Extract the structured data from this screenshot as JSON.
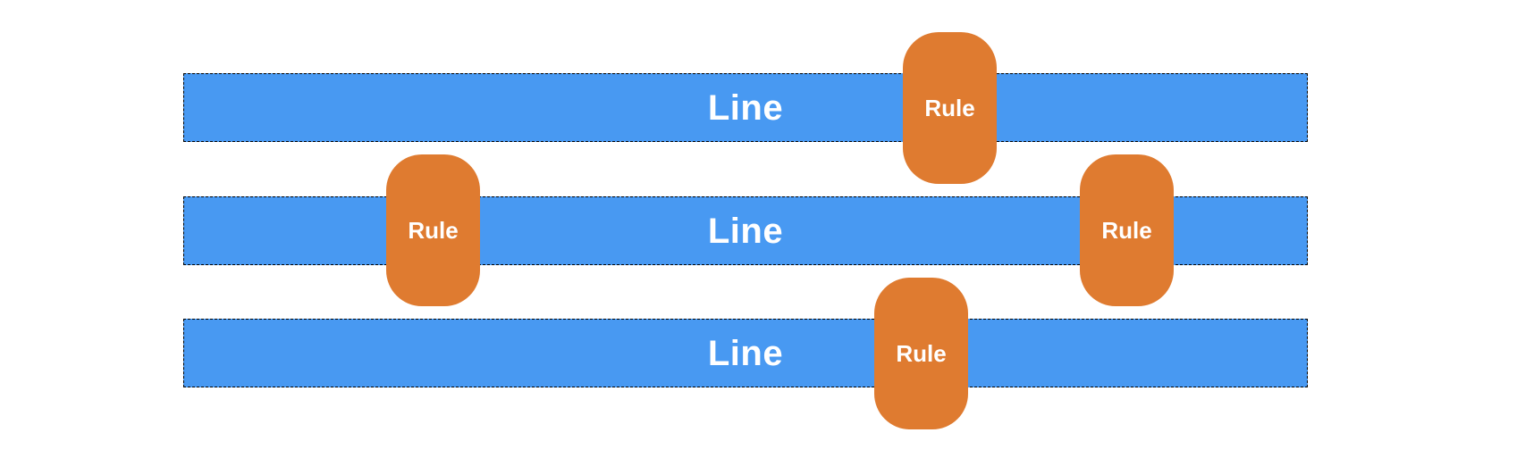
{
  "diagram": {
    "background_color": "#ffffff",
    "line_fill_color": "#4899F2",
    "rule_fill_color": "#DF7B30",
    "label_text_color": "#ffffff",
    "line_border_color": "#000000",
    "line_border_style": "dashed",
    "lines": [
      {
        "label": "Line",
        "rules": [
          {
            "label": "Rule"
          }
        ]
      },
      {
        "label": "Line",
        "rules": [
          {
            "label": "Rule"
          },
          {
            "label": "Rule"
          }
        ]
      },
      {
        "label": "Line",
        "rules": [
          {
            "label": "Rule"
          }
        ]
      }
    ]
  }
}
